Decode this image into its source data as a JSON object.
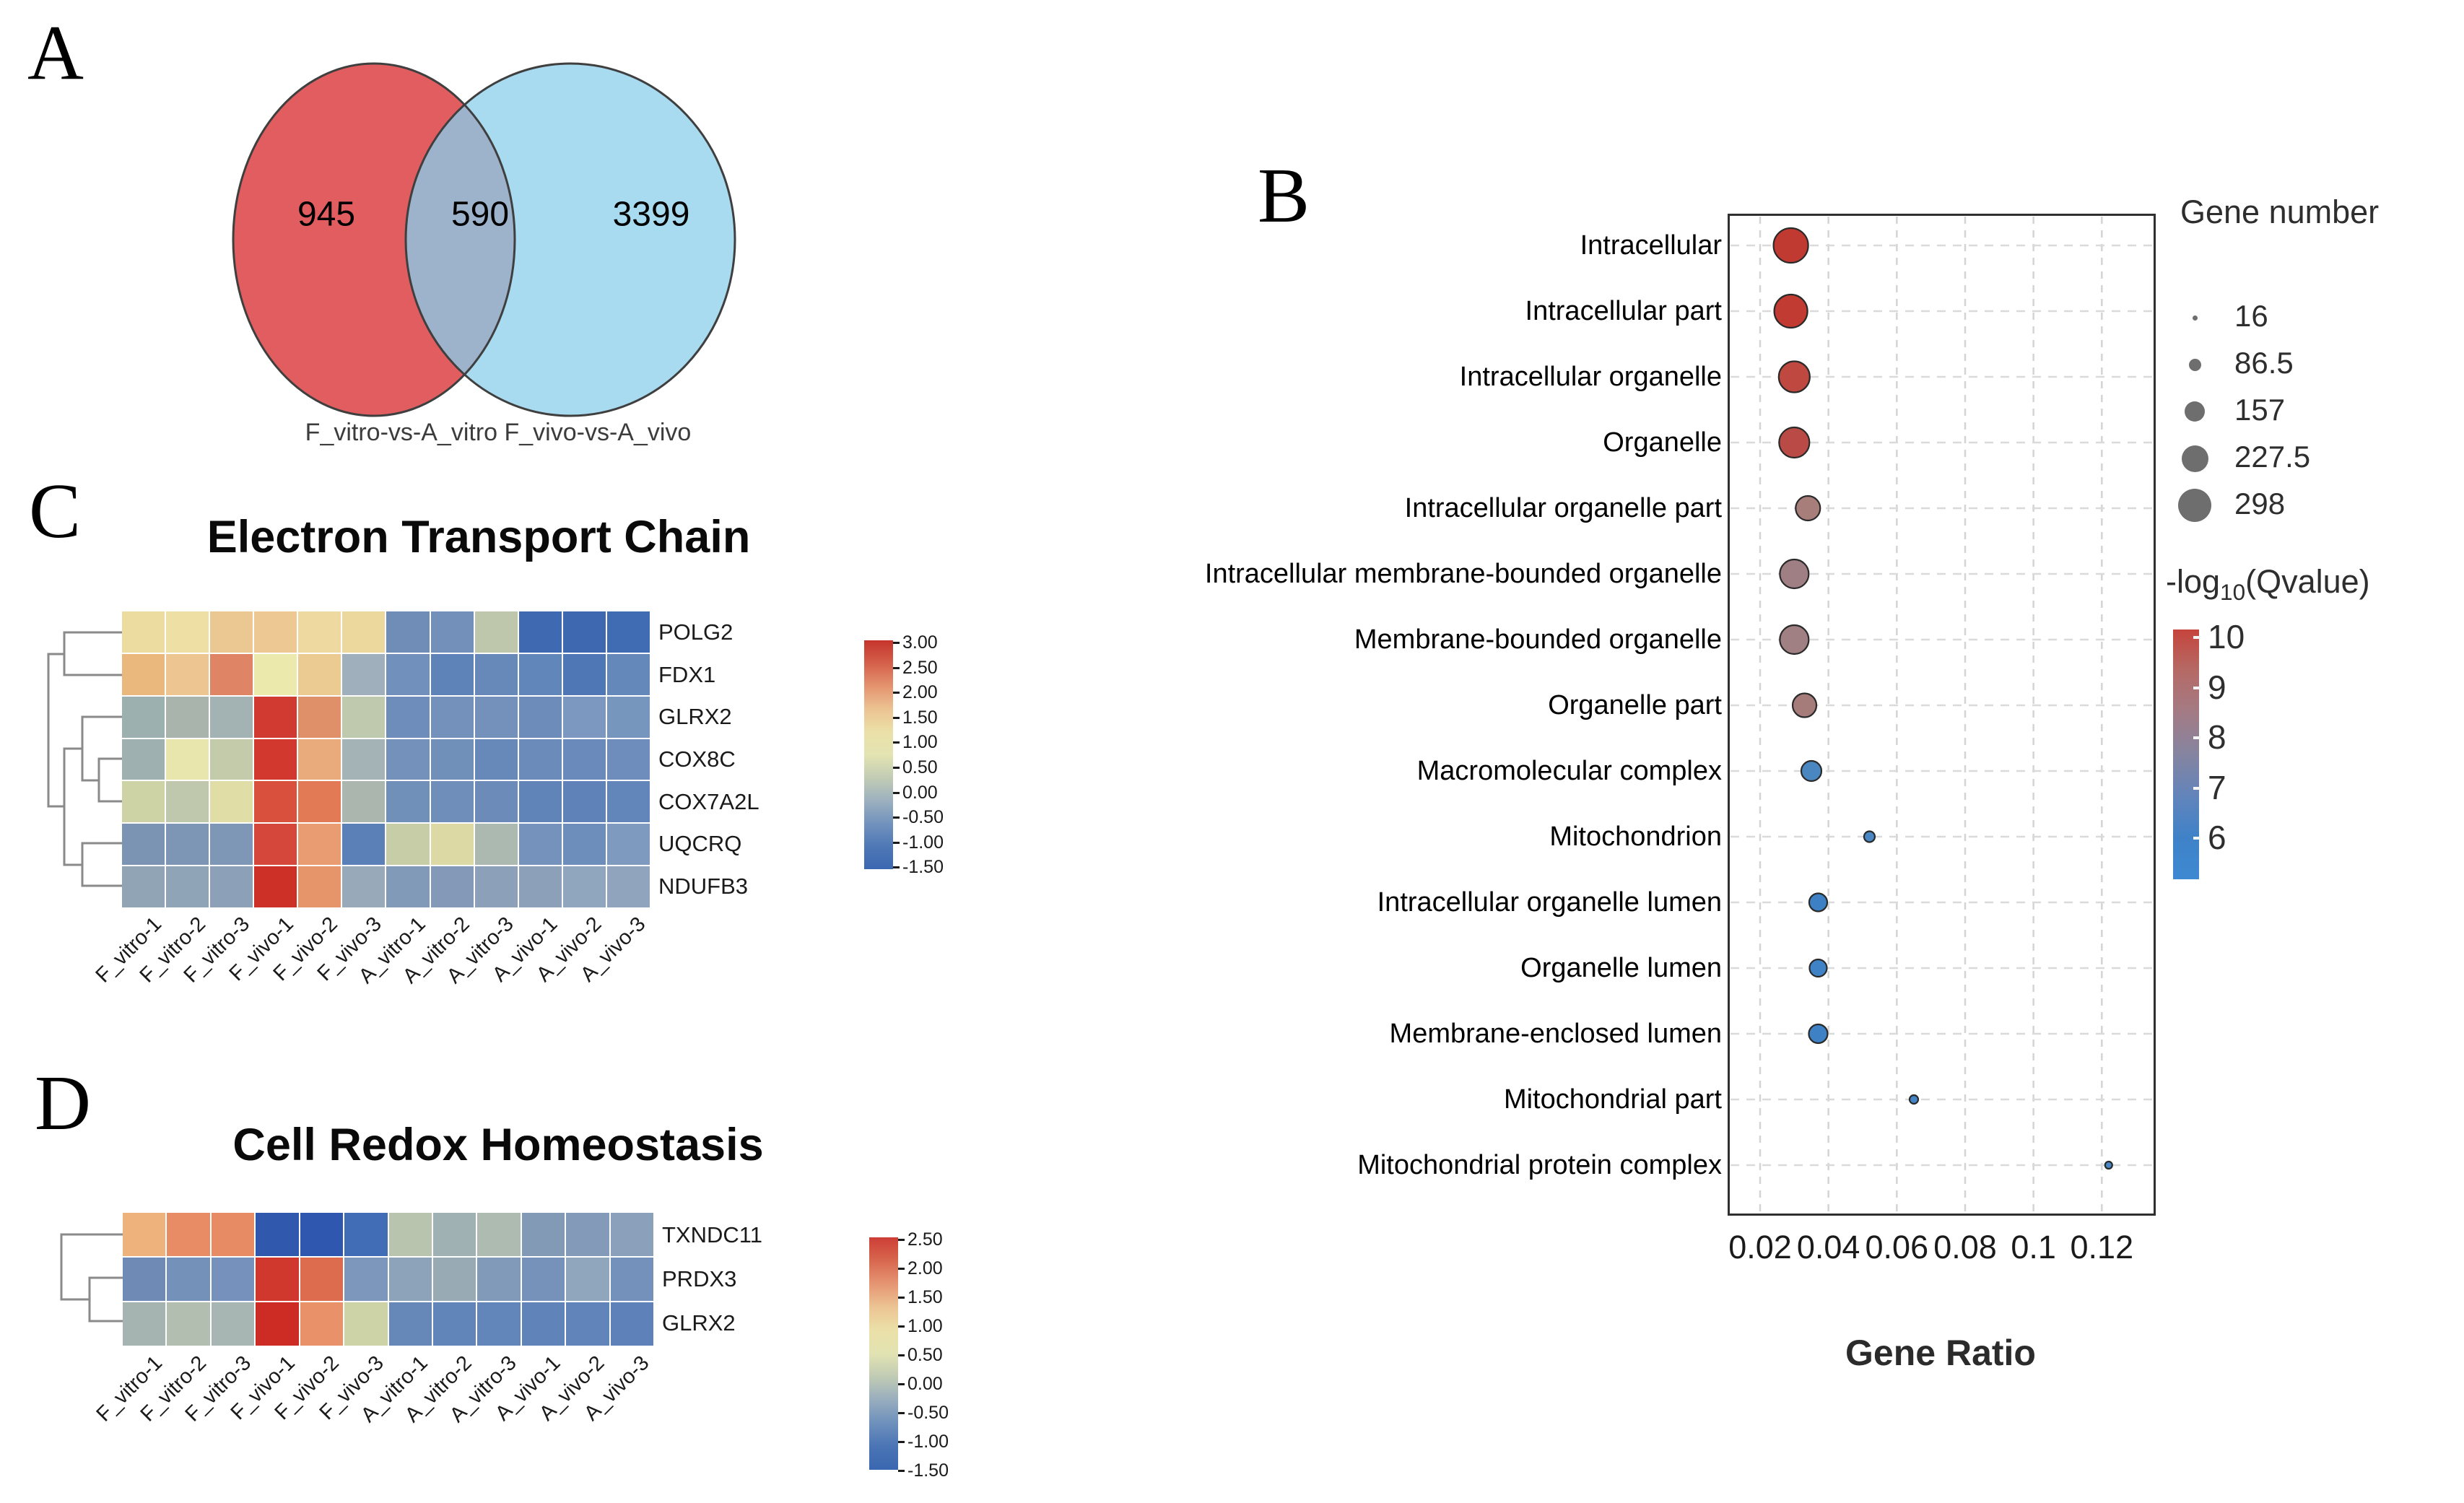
{
  "panel_labels": {
    "a": "A",
    "b": "B",
    "c": "C",
    "d": "D"
  },
  "chart_data": [
    {
      "type": "venn",
      "id": "deg_overlap_venn",
      "sets": [
        {
          "label": "F_vitro-vs-A_vitro",
          "unique_count": 945,
          "color": "#e15d60"
        },
        {
          "label": "F_vivo-vs-A_vivo",
          "unique_count": 3399,
          "color": "#a8daf0"
        }
      ],
      "overlap_count": 590,
      "overlap_color": "#9db3cc",
      "outline_color": "#3f3f3f",
      "counts_text": {
        "left": "945",
        "middle": "590",
        "right": "3399"
      },
      "caption": "F_vitro-vs-A_vitro F_vivo-vs-A_vivo"
    },
    {
      "type": "scatter",
      "id": "go_enrichment_dotplot",
      "xlabel": "Gene Ratio",
      "xlim": [
        0.012,
        0.134
      ],
      "x_ticks": [
        0.02,
        0.04,
        0.06,
        0.08,
        0.1,
        0.12
      ],
      "x_tick_labels": [
        "0.02",
        "0.04",
        "0.06",
        "0.08",
        "0.1",
        "0.12"
      ],
      "grid": "dashed",
      "points": [
        {
          "term": "Intracellular",
          "gene_ratio": 0.029,
          "gene_number": 298,
          "neg_log10_qvalue": 10.0,
          "color": "#c13a31",
          "diameter": 48
        },
        {
          "term": "Intracellular part",
          "gene_ratio": 0.029,
          "gene_number": 280,
          "neg_log10_qvalue": 10.0,
          "color": "#c23b32",
          "diameter": 46
        },
        {
          "term": "Intracellular organelle",
          "gene_ratio": 0.03,
          "gene_number": 240,
          "neg_log10_qvalue": 9.5,
          "color": "#bf4840",
          "diameter": 43
        },
        {
          "term": "Organelle",
          "gene_ratio": 0.03,
          "gene_number": 228,
          "neg_log10_qvalue": 9.3,
          "color": "#ba4a45",
          "diameter": 42
        },
        {
          "term": "Intracellular organelle part",
          "gene_ratio": 0.034,
          "gene_number": 157,
          "neg_log10_qvalue": 8.0,
          "color": "#a87e7b",
          "diameter": 34
        },
        {
          "term": "Intracellular membrane-bounded organelle",
          "gene_ratio": 0.03,
          "gene_number": 210,
          "neg_log10_qvalue": 8.2,
          "color": "#9f7f84",
          "diameter": 40
        },
        {
          "term": "Membrane-bounded organelle",
          "gene_ratio": 0.03,
          "gene_number": 210,
          "neg_log10_qvalue": 8.2,
          "color": "#a08083",
          "diameter": 40
        },
        {
          "term": "Organelle part",
          "gene_ratio": 0.033,
          "gene_number": 145,
          "neg_log10_qvalue": 8.0,
          "color": "#a67c7b",
          "diameter": 33
        },
        {
          "term": "Macromolecular complex",
          "gene_ratio": 0.035,
          "gene_number": 100,
          "neg_log10_qvalue": 6.5,
          "color": "#4a86c0",
          "diameter": 28
        },
        {
          "term": "Mitochondrion",
          "gene_ratio": 0.052,
          "gene_number": 30,
          "neg_log10_qvalue": 6.3,
          "color": "#4988c5",
          "diameter": 15
        },
        {
          "term": "Intracellular organelle lumen",
          "gene_ratio": 0.037,
          "gene_number": 82,
          "neg_log10_qvalue": 6.5,
          "color": "#3d80c4",
          "diameter": 25
        },
        {
          "term": "Organelle lumen",
          "gene_ratio": 0.037,
          "gene_number": 75,
          "neg_log10_qvalue": 6.5,
          "color": "#3f82c5",
          "diameter": 24
        },
        {
          "term": "Membrane-enclosed lumen",
          "gene_ratio": 0.037,
          "gene_number": 85,
          "neg_log10_qvalue": 6.5,
          "color": "#3e81c4",
          "diameter": 26
        },
        {
          "term": "Mitochondrial part",
          "gene_ratio": 0.065,
          "gene_number": 20,
          "neg_log10_qvalue": 6.2,
          "color": "#4484c4",
          "diameter": 12
        },
        {
          "term": "Mitochondrial protein complex",
          "gene_ratio": 0.122,
          "gene_number": 16,
          "neg_log10_qvalue": 6.0,
          "color": "#4886c6",
          "diameter": 10
        }
      ],
      "size_legend": {
        "title": "Gene number",
        "dot_color": "#6e6e6e",
        "items": [
          {
            "label": "16",
            "diameter": 7
          },
          {
            "label": "86.5",
            "diameter": 17
          },
          {
            "label": "157",
            "diameter": 28
          },
          {
            "label": "227.5",
            "diameter": 37
          },
          {
            "label": "298",
            "diameter": 46
          }
        ]
      },
      "color_legend": {
        "title_prefix": "-log",
        "title_sub": "10",
        "title_suffix": "(Qvalue)",
        "ticks": [
          "10",
          "9",
          "8",
          "7",
          "6"
        ],
        "gradient": [
          "#c5443c",
          "#b56a66",
          "#a37b85",
          "#8584a0",
          "#6284bb",
          "#3f82c8",
          "#3d89d2"
        ]
      },
      "legend_position": "right"
    },
    {
      "type": "heatmap",
      "id": "electron_transport_chain",
      "title": "Electron Transport Chain",
      "rows": [
        "POLG2",
        "FDX1",
        "GLRX2",
        "COX8C",
        "COX7A2L",
        "UQCRQ",
        "NDUFB3"
      ],
      "columns": [
        "F_vitro-1",
        "F_vitro-2",
        "F_vitro-3",
        "F_vivo-1",
        "F_vivo-2",
        "F_vivo-3",
        "A_vitro-1",
        "A_vitro-2",
        "A_vitro-3",
        "A_vivo-1",
        "A_vivo-2",
        "A_vivo-3"
      ],
      "values": [
        [
          0.7,
          0.7,
          0.9,
          0.9,
          0.7,
          0.7,
          -0.7,
          -0.7,
          0.1,
          -1.3,
          -1.3,
          -1.3
        ],
        [
          1.2,
          1.0,
          1.6,
          0.5,
          1.0,
          -0.2,
          -0.7,
          -0.9,
          -0.8,
          -0.8,
          -1.1,
          -0.8
        ],
        [
          -0.1,
          0.0,
          0.0,
          2.9,
          1.5,
          0.2,
          -0.7,
          -0.6,
          -0.6,
          -0.7,
          -0.5,
          -0.6
        ],
        [
          -0.1,
          0.5,
          0.2,
          2.9,
          1.3,
          -0.1,
          -0.6,
          -0.7,
          -0.8,
          -0.7,
          -0.7,
          -0.7
        ],
        [
          0.3,
          0.2,
          0.5,
          2.2,
          1.7,
          0.0,
          -0.7,
          -0.7,
          -0.7,
          -0.9,
          -0.9,
          -0.8
        ],
        [
          -0.5,
          -0.5,
          -0.5,
          2.4,
          1.4,
          -0.9,
          0.3,
          0.5,
          0.1,
          -0.6,
          -0.7,
          -0.5
        ],
        [
          -0.3,
          -0.3,
          -0.3,
          3.0,
          1.4,
          -0.3,
          -0.5,
          -0.4,
          -0.3,
          -0.3,
          -0.3,
          -0.3
        ]
      ],
      "cell_colors": [
        [
          "#ecdc9f",
          "#eedfa4",
          "#ebc891",
          "#edc892",
          "#eedaa0",
          "#ecd89c",
          "#6f8db6",
          "#7290ba",
          "#bec6ac",
          "#3f6ab2",
          "#3e69b1",
          "#406cb3"
        ],
        [
          "#eab77c",
          "#ecc591",
          "#e08466",
          "#ece9ad",
          "#eccb93",
          "#9fb0bc",
          "#7190bb",
          "#5e83b9",
          "#6689b9",
          "#6186b9",
          "#4f76b5",
          "#6488ba"
        ],
        [
          "#9db0b0",
          "#a9b4ad",
          "#a3b2b3",
          "#d03a30",
          "#e09068",
          "#bfc9ae",
          "#6e8dba",
          "#7491bc",
          "#7491bc",
          "#6d8cba",
          "#7d98c0",
          "#7796be"
        ],
        [
          "#9eb1b0",
          "#e8e6ac",
          "#c3cbaa",
          "#d2382e",
          "#e9aa7c",
          "#a4b3b6",
          "#7491bb",
          "#7090ba",
          "#6689ba",
          "#6b8bbb",
          "#698aba",
          "#6e8dbc"
        ],
        [
          "#cdd3a5",
          "#bfc8ad",
          "#e1dda7",
          "#d9503c",
          "#e27a55",
          "#aab6ae",
          "#7090b9",
          "#6f8eb9",
          "#6c8bb9",
          "#6083b8",
          "#5f82b8",
          "#6386ba"
        ],
        [
          "#7c94b3",
          "#7e96b5",
          "#7f97b7",
          "#d4473a",
          "#e99b72",
          "#5b80b8",
          "#c7cea7",
          "#ddd9a5",
          "#acb9b1",
          "#7492bc",
          "#6d8dbb",
          "#7e9abe"
        ],
        [
          "#90a4b5",
          "#90a4b7",
          "#8ca1b7",
          "#cc3027",
          "#e6946a",
          "#98aab9",
          "#819ab8",
          "#8499b7",
          "#8ca1b9",
          "#8ca1b9",
          "#8fa6be",
          "#90a5bd"
        ]
      ],
      "colorbar": {
        "ticks": [
          "3.00",
          "2.50",
          "2.00",
          "1.50",
          "1.00",
          "0.50",
          "0.00",
          "-0.50",
          "-1.00",
          "-1.50"
        ],
        "range": [
          3.0,
          -1.5
        ],
        "gradient": [
          "#c5342c",
          "#d4604a",
          "#e4936f",
          "#ecc392",
          "#ebe0a8",
          "#e3e4b2",
          "#c2ccb4",
          "#9db1bf",
          "#7293bd",
          "#4f78b6",
          "#3a67b1"
        ]
      },
      "dendrogram_segments": [
        [
          169,
          876,
          89,
          876
        ],
        [
          169,
          935,
          89,
          935
        ],
        [
          89,
          876,
          89,
          935
        ],
        [
          169,
          1051,
          137,
          1051
        ],
        [
          169,
          1110,
          137,
          1110
        ],
        [
          137,
          1051,
          137,
          1110
        ],
        [
          169,
          993,
          114,
          993
        ],
        [
          137,
          1081,
          114,
          1081
        ],
        [
          114,
          993,
          114,
          1081
        ],
        [
          169,
          1168,
          114,
          1168
        ],
        [
          169,
          1227,
          114,
          1227
        ],
        [
          114,
          1168,
          114,
          1227
        ],
        [
          114,
          1037,
          89,
          1037
        ],
        [
          114,
          1198,
          89,
          1198
        ],
        [
          89,
          1037,
          89,
          1198
        ],
        [
          89,
          906,
          67,
          906
        ],
        [
          89,
          1117,
          67,
          1117
        ],
        [
          67,
          906,
          67,
          1117
        ]
      ]
    },
    {
      "type": "heatmap",
      "id": "cell_redox_homeostasis",
      "title": "Cell Redox Homeostasis",
      "rows": [
        "TXNDC11",
        "PRDX3",
        "GLRX2"
      ],
      "columns": [
        "F_vitro-1",
        "F_vitro-2",
        "F_vitro-3",
        "F_vivo-1",
        "F_vivo-2",
        "F_vivo-3",
        "A_vitro-1",
        "A_vitro-2",
        "A_vitro-3",
        "A_vivo-1",
        "A_vivo-2",
        "A_vivo-3"
      ],
      "values": [
        [
          1.1,
          1.6,
          1.6,
          -1.3,
          -1.3,
          -1.0,
          0.1,
          -0.1,
          0.0,
          -0.4,
          -0.4,
          -0.4
        ],
        [
          -0.6,
          -0.5,
          -0.5,
          2.4,
          1.7,
          -0.4,
          -0.3,
          -0.2,
          -0.4,
          -0.5,
          -0.3,
          -0.5
        ],
        [
          0.0,
          0.1,
          0.0,
          2.5,
          1.4,
          0.4,
          -0.8,
          -0.8,
          -0.8,
          -0.8,
          -0.8,
          -0.8
        ]
      ],
      "cell_colors": [
        [
          "#eeb37d",
          "#e88c65",
          "#e78b64",
          "#3058ad",
          "#2f57af",
          "#406db5",
          "#b9c4ae",
          "#a0b1b3",
          "#aebbb1",
          "#839ab6",
          "#839ab8",
          "#8ba0ba"
        ],
        [
          "#6e8ab5",
          "#7491b9",
          "#7691bb",
          "#d0382e",
          "#dd6b4d",
          "#7c96bc",
          "#8da3b9",
          "#98abb5",
          "#819ab9",
          "#7692ba",
          "#90a6bd",
          "#7491bb"
        ],
        [
          "#a5b4b0",
          "#b2beaf",
          "#a7b6b3",
          "#cd2c25",
          "#e99169",
          "#cdd3a7",
          "#6588b9",
          "#6285b9",
          "#6386ba",
          "#6084b9",
          "#6185ba",
          "#5d81b8"
        ]
      ],
      "colorbar": {
        "ticks": [
          "2.50",
          "2.00",
          "1.50",
          "1.00",
          "0.50",
          "0.00",
          "-0.50",
          "-1.00",
          "-1.50"
        ],
        "range": [
          2.5,
          -1.5
        ],
        "gradient": [
          "#cd3e36",
          "#d8674e",
          "#e59573",
          "#ecc493",
          "#ebe0a8",
          "#e2e3b2",
          "#c0cbb4",
          "#98adbe",
          "#6e90bc",
          "#4a74b5",
          "#3a67b1"
        ]
      },
      "dendrogram_segments": [
        [
          170,
          1770,
          124,
          1770
        ],
        [
          170,
          1830,
          124,
          1830
        ],
        [
          124,
          1770,
          124,
          1830
        ],
        [
          170,
          1710,
          85,
          1710
        ],
        [
          124,
          1800,
          85,
          1800
        ],
        [
          85,
          1710,
          85,
          1800
        ]
      ]
    }
  ]
}
